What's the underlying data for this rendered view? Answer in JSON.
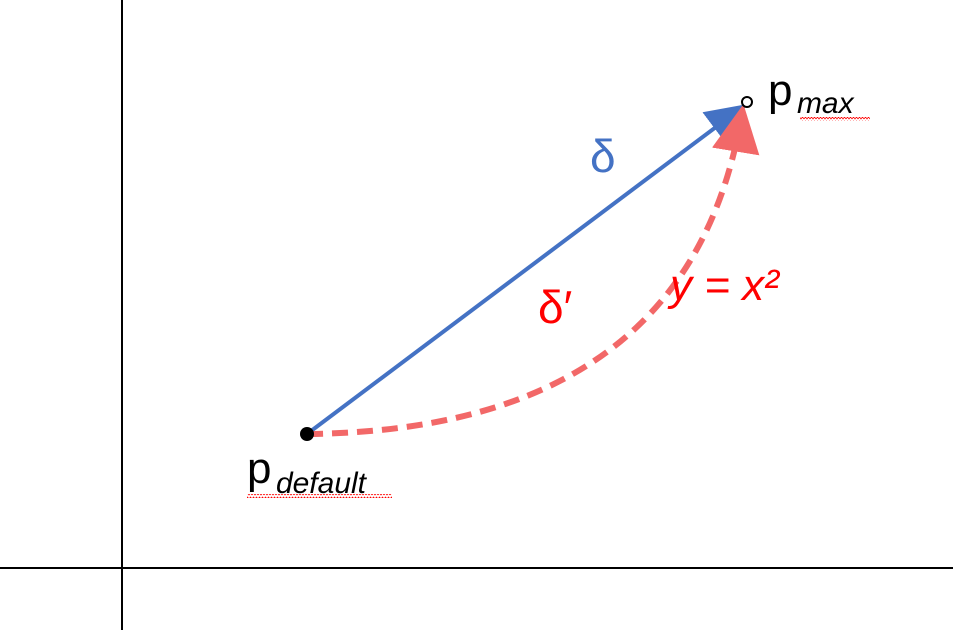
{
  "colors": {
    "background": "#ffffff",
    "axis": "#000000",
    "blue_arrow": "#4472c4",
    "red_curve": "#f26868",
    "red_text": "#ff0000",
    "point": "#000000",
    "spellcheck_underline": "#ff0000"
  },
  "labels": {
    "p_default_base": "p",
    "p_default_sub": "default",
    "p_max_base": "p",
    "p_max_sub": "max",
    "delta": "δ",
    "delta_prime": "δ′",
    "equation": "y = x²"
  }
}
